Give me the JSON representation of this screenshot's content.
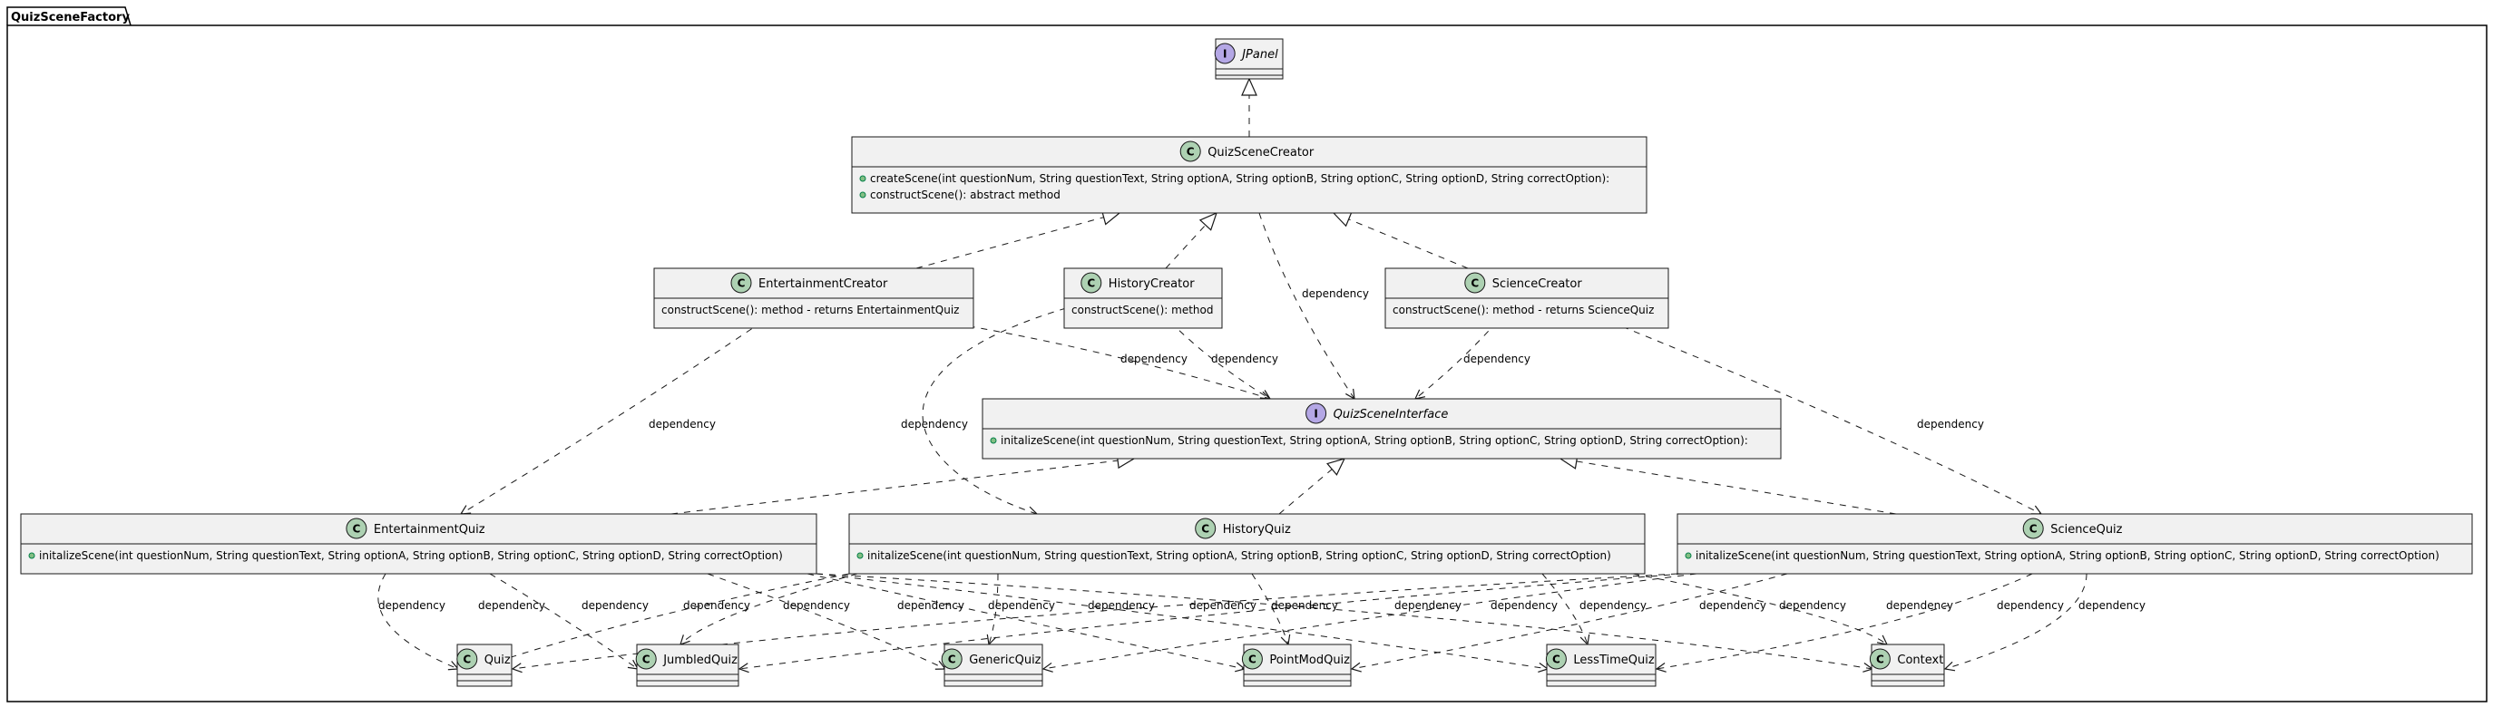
{
  "package": {
    "name": "QuizSceneFactory"
  },
  "classes": [
    {
      "id": "jpanel",
      "name": "JPanel",
      "kind": "interface",
      "members": []
    },
    {
      "id": "creator",
      "name": "QuizSceneCreator",
      "kind": "class",
      "members": [
        {
          "vis": "public",
          "text": "createScene(int questionNum, String questionText, String optionA, String optionB, String optionC, String optionD, String correctOption):"
        },
        {
          "vis": "public",
          "text": "constructScene(): abstract method"
        }
      ]
    },
    {
      "id": "entcreator",
      "name": "EntertainmentCreator",
      "kind": "class",
      "members": [
        {
          "vis": "none",
          "text": "constructScene(): method - returns EntertainmentQuiz"
        }
      ]
    },
    {
      "id": "histcreator",
      "name": "HistoryCreator",
      "kind": "class",
      "members": [
        {
          "vis": "none",
          "text": "constructScene(): method"
        }
      ]
    },
    {
      "id": "scicreator",
      "name": "ScienceCreator",
      "kind": "class",
      "members": [
        {
          "vis": "none",
          "text": "constructScene(): method - returns ScienceQuiz"
        }
      ]
    },
    {
      "id": "iface",
      "name": "QuizSceneInterface",
      "kind": "interface",
      "members": [
        {
          "vis": "public",
          "text": "initalizeScene(int questionNum, String questionText, String optionA, String optionB, String optionC, String optionD, String correctOption):"
        }
      ]
    },
    {
      "id": "entquiz",
      "name": "EntertainmentQuiz",
      "kind": "class",
      "members": [
        {
          "vis": "public",
          "text": "initalizeScene(int questionNum, String questionText, String optionA, String optionB, String optionC, String optionD, String correctOption)"
        }
      ]
    },
    {
      "id": "histquiz",
      "name": "HistoryQuiz",
      "kind": "class",
      "members": [
        {
          "vis": "public",
          "text": "initalizeScene(int questionNum, String questionText, String optionA, String optionB, String optionC, String optionD, String correctOption)"
        }
      ]
    },
    {
      "id": "sciquiz",
      "name": "ScienceQuiz",
      "kind": "class",
      "members": [
        {
          "vis": "public",
          "text": "initalizeScene(int questionNum, String questionText, String optionA, String optionB, String optionC, String optionD, String correctOption)"
        }
      ]
    },
    {
      "id": "quiz",
      "name": "Quiz",
      "kind": "class",
      "members": []
    },
    {
      "id": "jumbled",
      "name": "JumbledQuiz",
      "kind": "class",
      "members": []
    },
    {
      "id": "generic",
      "name": "GenericQuiz",
      "kind": "class",
      "members": []
    },
    {
      "id": "pointmod",
      "name": "PointModQuiz",
      "kind": "class",
      "members": []
    },
    {
      "id": "lesstime",
      "name": "LessTimeQuiz",
      "kind": "class",
      "members": []
    },
    {
      "id": "context",
      "name": "Context",
      "kind": "class",
      "members": []
    }
  ],
  "relations": [
    {
      "from": "creator",
      "to": "jpanel",
      "type": "realization",
      "label": ""
    },
    {
      "from": "entcreator",
      "to": "creator",
      "type": "realization",
      "label": ""
    },
    {
      "from": "histcreator",
      "to": "creator",
      "type": "realization",
      "label": ""
    },
    {
      "from": "scicreator",
      "to": "creator",
      "type": "realization",
      "label": ""
    },
    {
      "from": "creator",
      "to": "iface",
      "type": "dependency",
      "label": "dependency"
    },
    {
      "from": "entcreator",
      "to": "iface",
      "type": "dependency",
      "label": "dependency"
    },
    {
      "from": "histcreator",
      "to": "iface",
      "type": "dependency",
      "label": "dependency"
    },
    {
      "from": "scicreator",
      "to": "iface",
      "type": "dependency",
      "label": "dependency"
    },
    {
      "from": "entcreator",
      "to": "entquiz",
      "type": "dependency",
      "label": "dependency"
    },
    {
      "from": "histcreator",
      "to": "histquiz",
      "type": "dependency",
      "label": "dependency"
    },
    {
      "from": "scicreator",
      "to": "sciquiz",
      "type": "dependency",
      "label": "dependency"
    },
    {
      "from": "entquiz",
      "to": "iface",
      "type": "realization",
      "label": ""
    },
    {
      "from": "histquiz",
      "to": "iface",
      "type": "realization",
      "label": ""
    },
    {
      "from": "sciquiz",
      "to": "iface",
      "type": "realization",
      "label": ""
    },
    {
      "from": "entquiz",
      "to": "quiz",
      "type": "dependency",
      "label": "dependency"
    },
    {
      "from": "entquiz",
      "to": "jumbled",
      "type": "dependency",
      "label": "dependency"
    },
    {
      "from": "entquiz",
      "to": "generic",
      "type": "dependency",
      "label": "dependency"
    },
    {
      "from": "entquiz",
      "to": "pointmod",
      "type": "dependency",
      "label": "dependency"
    },
    {
      "from": "entquiz",
      "to": "lesstime",
      "type": "dependency",
      "label": "dependency"
    },
    {
      "from": "entquiz",
      "to": "context",
      "type": "dependency",
      "label": "dependency"
    },
    {
      "from": "histquiz",
      "to": "quiz",
      "type": "dependency",
      "label": "dependency"
    },
    {
      "from": "histquiz",
      "to": "jumbled",
      "type": "dependency",
      "label": "dependency"
    },
    {
      "from": "histquiz",
      "to": "generic",
      "type": "dependency",
      "label": "dependency"
    },
    {
      "from": "histquiz",
      "to": "pointmod",
      "type": "dependency",
      "label": "dependency"
    },
    {
      "from": "histquiz",
      "to": "lesstime",
      "type": "dependency",
      "label": "dependency"
    },
    {
      "from": "histquiz",
      "to": "context",
      "type": "dependency",
      "label": "dependency"
    },
    {
      "from": "sciquiz",
      "to": "quiz",
      "type": "dependency",
      "label": "dependency"
    },
    {
      "from": "sciquiz",
      "to": "jumbled",
      "type": "dependency",
      "label": "dependency"
    },
    {
      "from": "sciquiz",
      "to": "generic",
      "type": "dependency",
      "label": "dependency"
    },
    {
      "from": "sciquiz",
      "to": "pointmod",
      "type": "dependency",
      "label": "dependency"
    },
    {
      "from": "sciquiz",
      "to": "lesstime",
      "type": "dependency",
      "label": "dependency"
    },
    {
      "from": "sciquiz",
      "to": "context",
      "type": "dependency",
      "label": "dependency"
    }
  ],
  "colors": {
    "box_fill": "#F1F1F1",
    "border": "#181818",
    "class_badge": "#ADD1B2",
    "interface_badge": "#B4A7E5",
    "public_marker": "#84BE84"
  }
}
